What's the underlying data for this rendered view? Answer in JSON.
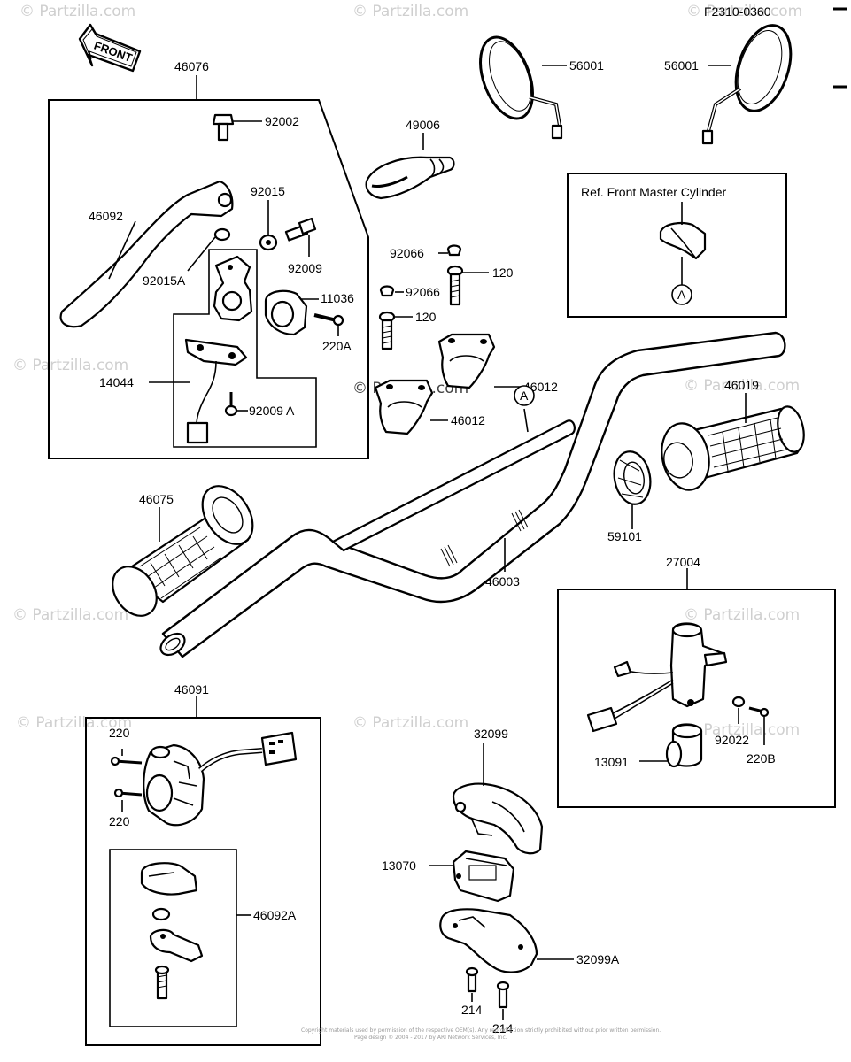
{
  "figure_code": "F2310-0360",
  "front_label": "FRONT",
  "ref_box_title": "Ref. Front Master Cylinder",
  "ref_marker": "A",
  "bar_marker": "A",
  "watermarks": [
    "© Partzilla.com",
    "© Partzilla.com",
    "© Partzilla.com",
    "© Partzilla.com",
    "© Partzilla.com",
    "© Partzilla.com",
    "© Partzilla.com",
    "© Partzilla.com",
    "© Partzilla.com",
    "© Partzilla.com"
  ],
  "center_watermark": "© Partzilla.com",
  "footer_line1": "Copyright materials used by permission of the respective OEM(s). Any reproduction strictly prohibited without prior written permission.",
  "footer_line2": "Page design © 2004 - 2017 by ARI Network Services, Inc.",
  "parts": {
    "p46076": "46076",
    "p92002": "92002",
    "p46092": "46092",
    "p92015": "92015",
    "p92015A": "92015A",
    "p92009": "92009",
    "p11036": "11036",
    "p220A": "220A",
    "p14044": "14044",
    "p92009A": "92009 A",
    "p49006": "49006",
    "p56001_left": "56001",
    "p56001_right": "56001",
    "p92066_top": "92066",
    "p120_top": "120",
    "p92066_bottom": "92066",
    "p120_bottom": "120",
    "p46012_right": "46012",
    "p46012_left": "46012",
    "p46019": "46019",
    "p46075": "46075",
    "p46003": "46003",
    "p59101": "59101",
    "p27004": "27004",
    "p92022": "92022",
    "p220B": "220B",
    "p13091": "13091",
    "p46091": "46091",
    "p220_top": "220",
    "p220_bottom": "220",
    "p46092A": "46092A",
    "p32099": "32099",
    "p13070": "13070",
    "p32099A": "32099A",
    "p214_left": "214",
    "p214_bottom": "214"
  }
}
